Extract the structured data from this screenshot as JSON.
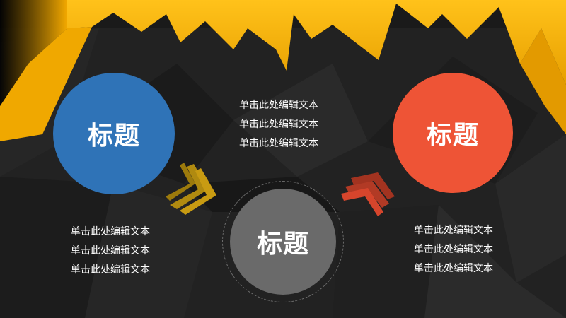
{
  "circles": {
    "left": {
      "title": "标题",
      "color": "#2f73b7"
    },
    "center": {
      "title": "标题",
      "color": "#6a6a6a"
    },
    "right": {
      "title": "标题",
      "color": "#ee5436"
    }
  },
  "text_blocks": {
    "center": [
      "单击此处编辑文本",
      "单击此处编辑文本",
      "单击此处编辑文本"
    ],
    "left": [
      "单击此处编辑文本",
      "单击此处编辑文本",
      "单击此处编辑文本"
    ],
    "right": [
      "单击此处编辑文本",
      "单击此处编辑文本",
      "单击此处编辑文本"
    ]
  },
  "colors": {
    "accent_yellow": "#f5b800",
    "accent_blue": "#2f73b7",
    "accent_red": "#ee5436",
    "gold_chevron": "#b08a10",
    "red_chevron": "#d6452c",
    "background": "#1f1f1f"
  },
  "icons": {
    "left_arrow": "chevron-triple-icon",
    "right_arrow": "chevron-triple-icon"
  }
}
